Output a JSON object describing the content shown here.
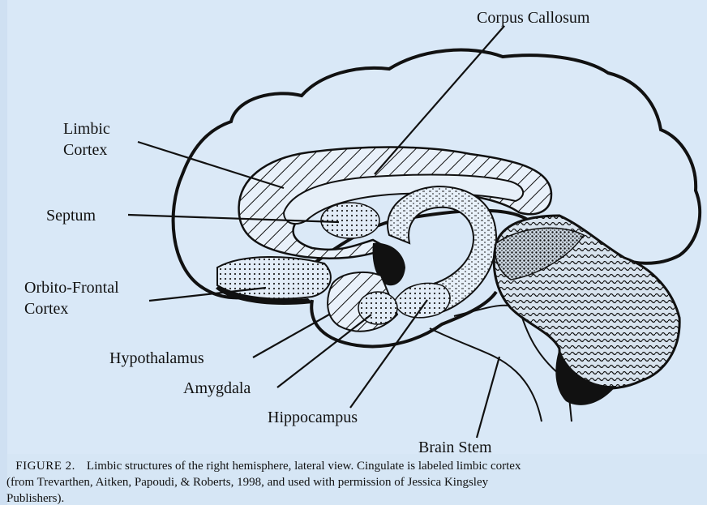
{
  "labels": {
    "corpus_callosum": "Corpus Callosum",
    "limbic_cortex_line1": "Limbic",
    "limbic_cortex_line2": "Cortex",
    "septum": "Septum",
    "orbito_frontal_line1": "Orbito-Frontal",
    "orbito_frontal_line2": "Cortex",
    "hypothalamus": "Hypothalamus",
    "amygdala": "Amygdala",
    "hippocampus": "Hippocampus",
    "brain_stem": "Brain Stem"
  },
  "caption": {
    "figure_number": "FIGURE 2.",
    "line1": "Limbic structures of the right hemisphere, lateral view. Cingulate is labeled limbic cortex",
    "line2": "(from Trevarthen, Aitken, Papoudi, & Roberts, 1998, and used with permission of Jessica Kingsley",
    "line3": "Publishers)."
  }
}
